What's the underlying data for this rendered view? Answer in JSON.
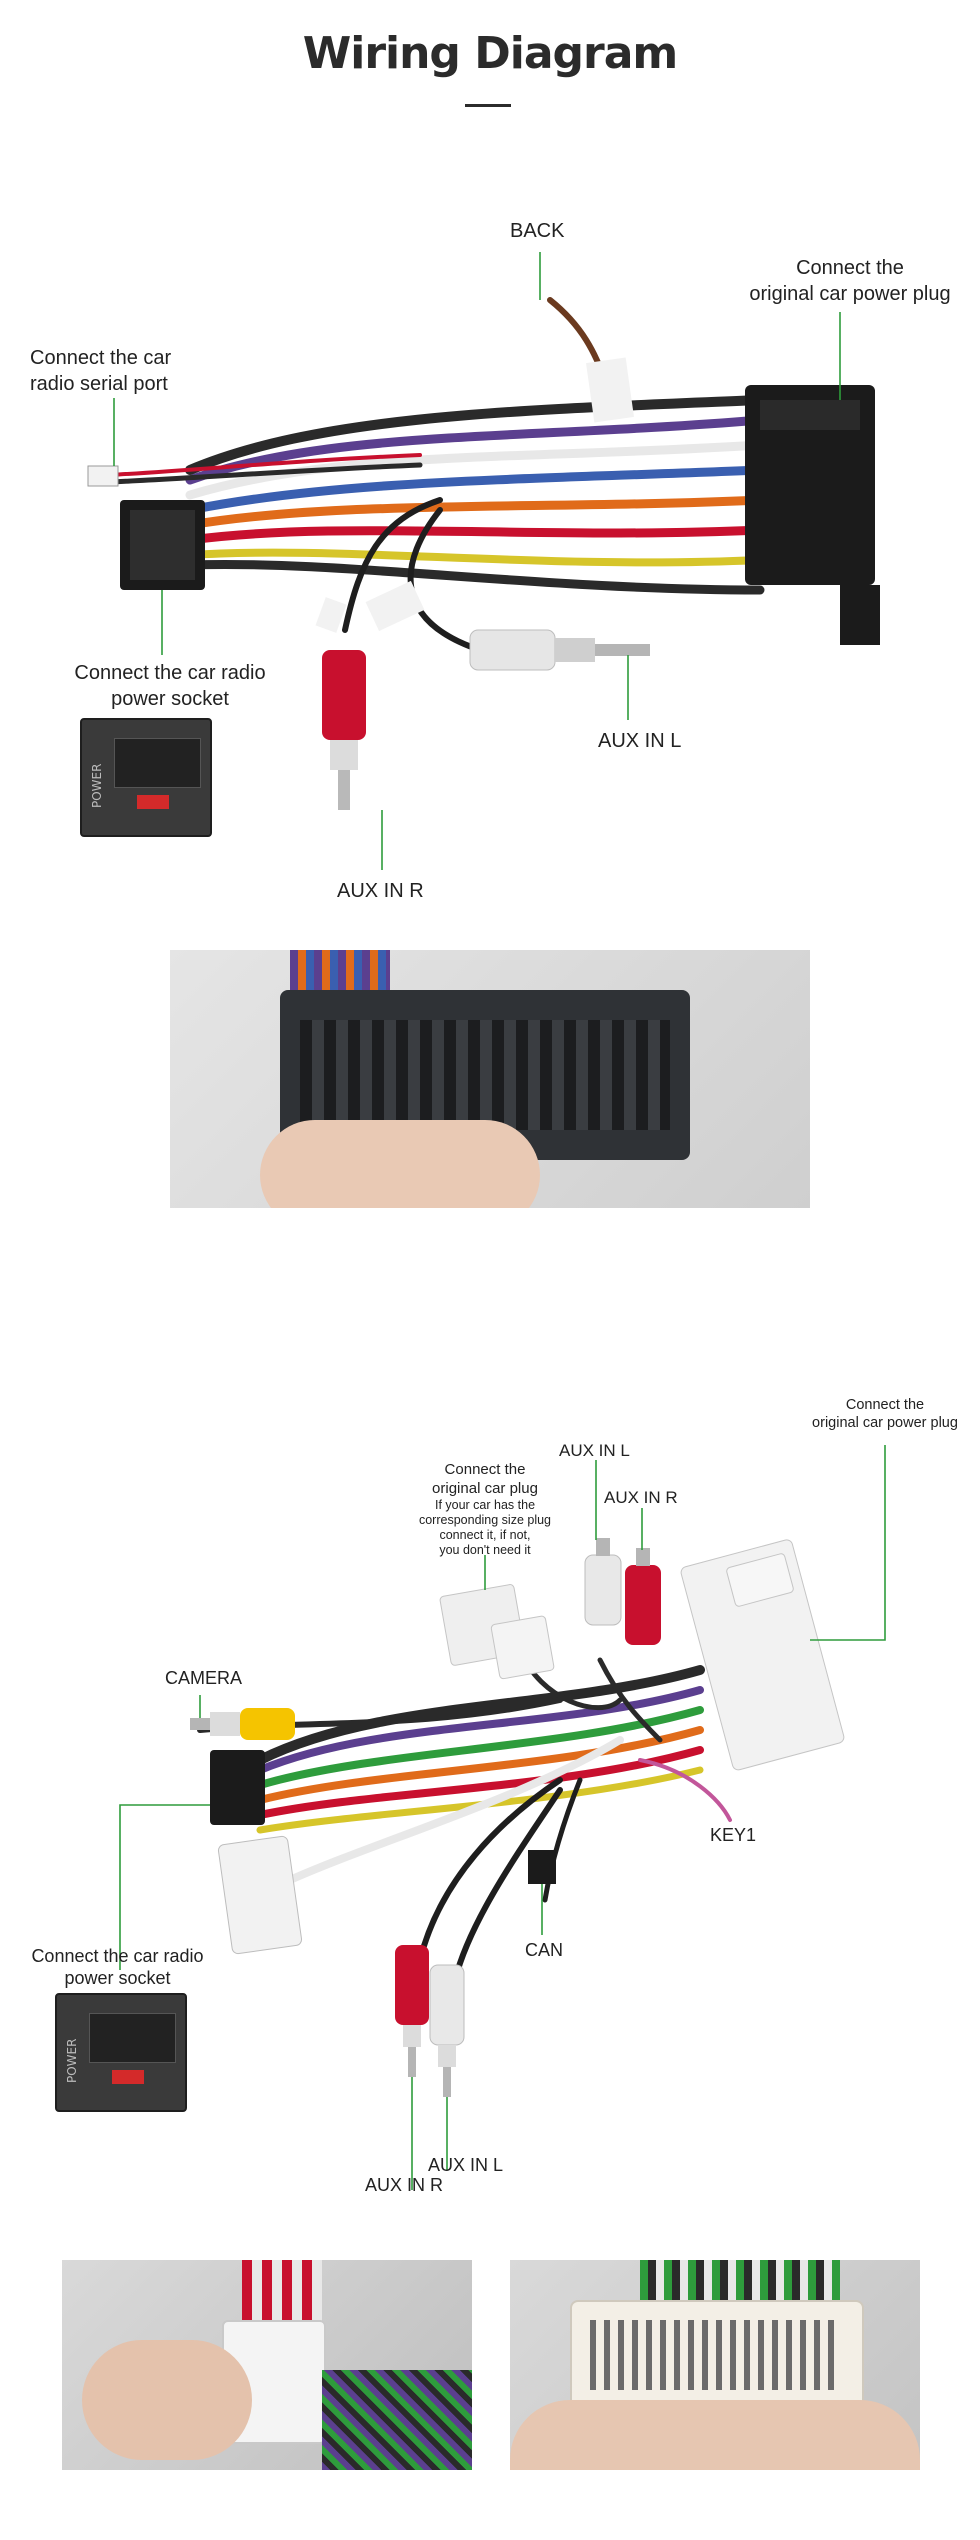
{
  "title": "Wiring Diagram",
  "diagram1": {
    "back": "BACK",
    "power_plug": [
      "Connect the",
      "original car power plug"
    ],
    "serial_port": [
      "Connect the car",
      "radio  serial port"
    ],
    "power_socket": [
      "Connect the car radio",
      "power socket"
    ],
    "aux_l": "AUX IN L",
    "aux_r": "AUX IN R",
    "socket_text": "POWER"
  },
  "diagram2": {
    "aux_l": "AUX IN L",
    "aux_r": "AUX IN R",
    "power_plug": [
      "Connect the",
      "original car power plug"
    ],
    "car_plug": [
      "Connect the",
      "original car plug"
    ],
    "car_plug_note": [
      "If your car has the",
      "corresponding size plug",
      "connect it, if not,",
      "you don't need it"
    ],
    "camera": "CAMERA",
    "key1": "KEY1",
    "can": "CAN",
    "power_socket": [
      "Connect the car radio",
      "power socket"
    ],
    "aux_l_bottom": "AUX IN L",
    "aux_r_bottom": "AUX IN R",
    "socket_text": "POWER"
  },
  "colors": {
    "accent_line": "#2e9c3c",
    "plug_black": "#1b1b1b",
    "plug_white": "#f2f2f2",
    "rca_red": "#c8102e",
    "rca_white": "#e8e8e8",
    "rca_yellow": "#f5c400"
  }
}
